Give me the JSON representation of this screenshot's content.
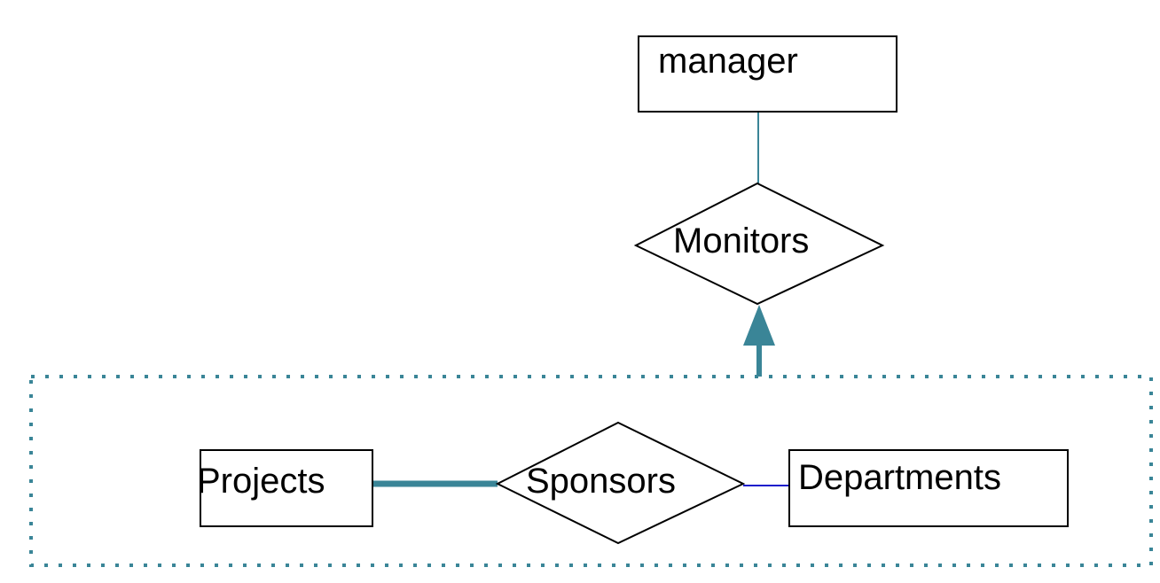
{
  "entities": {
    "manager": {
      "label": "manager"
    },
    "projects": {
      "label": "Projects"
    },
    "departments": {
      "label": "Departments"
    }
  },
  "relationships": {
    "monitors": {
      "label": "Monitors"
    },
    "sponsors": {
      "label": "Sponsors"
    }
  },
  "colors": {
    "teal": "#3a8597",
    "blue": "#1a1acc",
    "stroke": "#000000",
    "background": "#ffffff"
  }
}
